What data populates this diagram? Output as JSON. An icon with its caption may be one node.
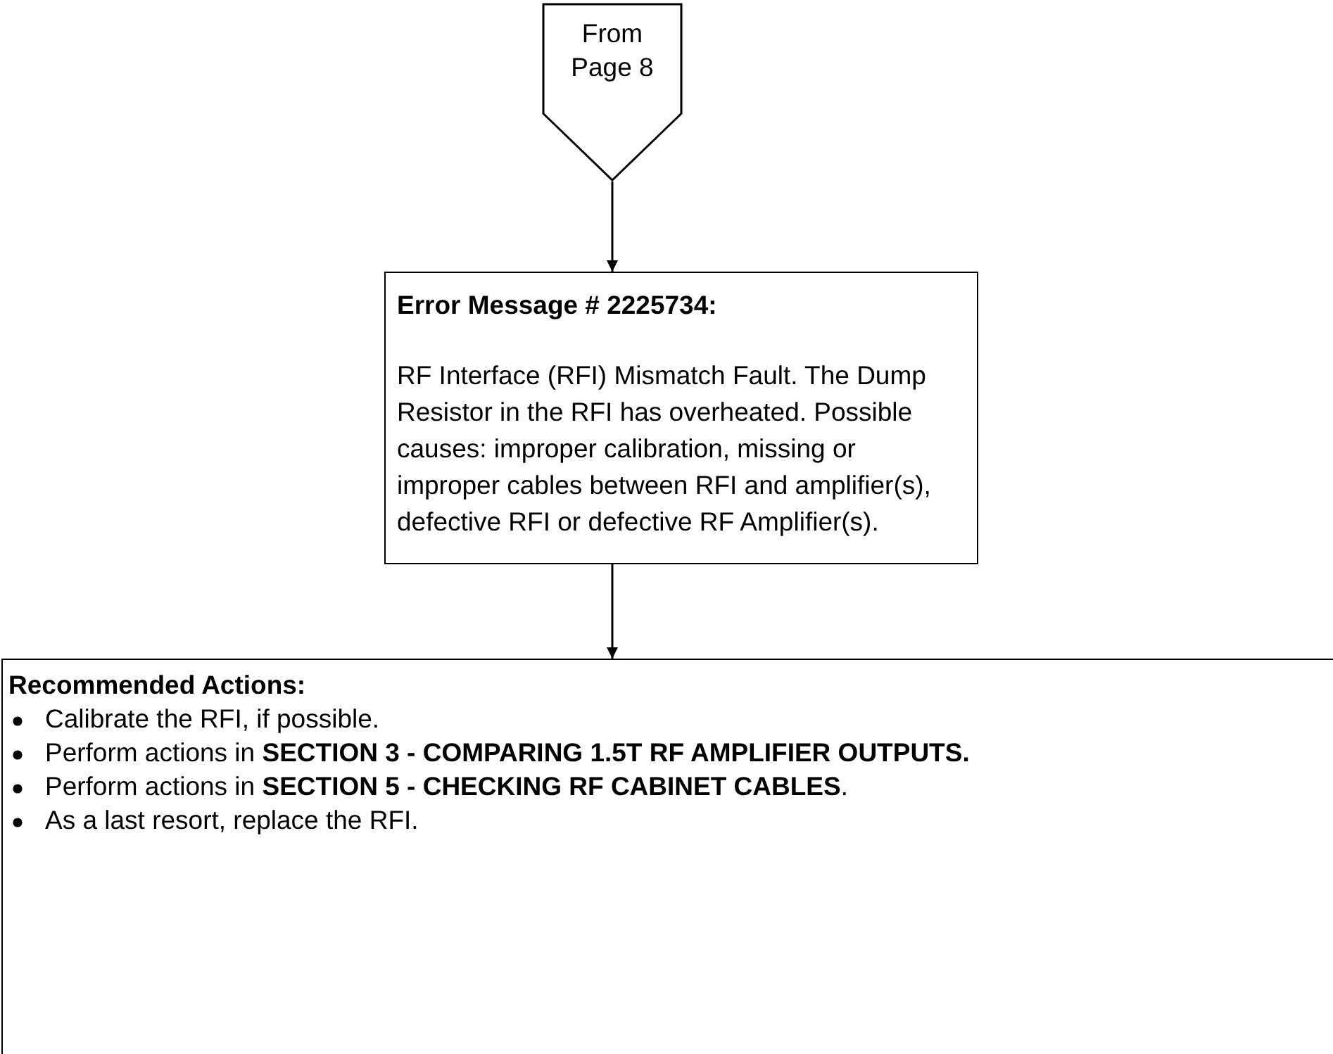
{
  "diagram": {
    "nodes": [
      {
        "text": [
          "From Page 8"
        ]
      },
      {
        "text": [
          "Error Message # 2225734:",
          "RF Interface (RFI) Mismatch Fault.  The Dump Resistor in the RFI has overheated.  Possible causes:  improper calibration, missing or improper cables between RFI and amplifier(s), defective RFI or defective RF Amplifier(s)."
        ]
      },
      {
        "text": [
          "Recommended Actions:",
          "Calibrate the RFI, if possible.",
          "Perform actions in **SECTION 3 - COMPARING 1.5T RF AMPLIFIER OUTPUTS.**",
          "Perform actions in **SECTION 5 - CHECKING RF CABINET CABLES**.",
          "As a last resort, replace the RFI."
        ]
      }
    ],
    "edges": [
      {
        "from": 0,
        "to": 1,
        "arrow": "to"
      },
      {
        "from": 1,
        "to": 2,
        "arrow": "to"
      }
    ]
  }
}
